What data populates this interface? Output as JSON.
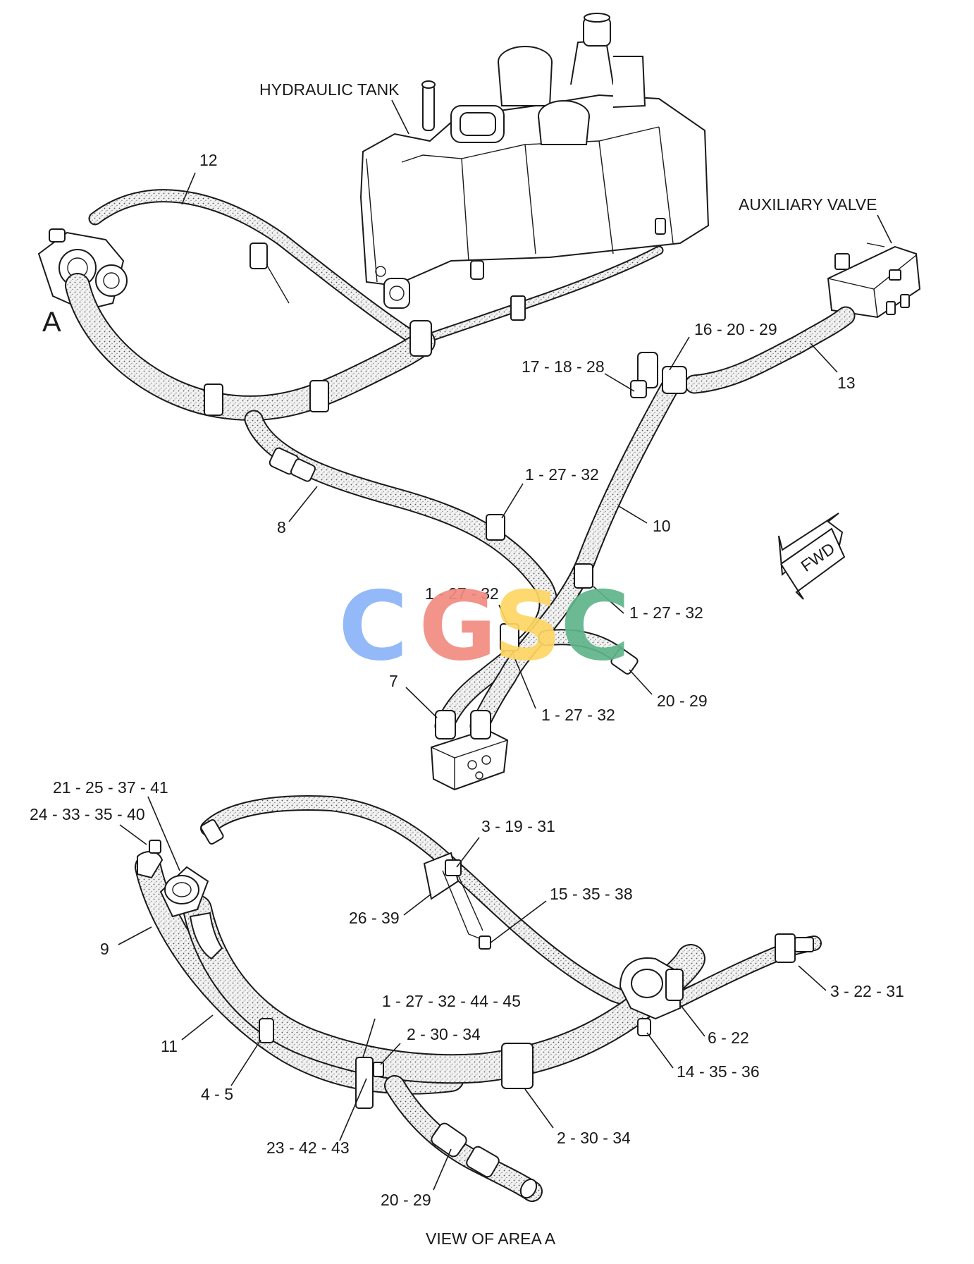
{
  "diagram": {
    "top_view": {
      "components": {
        "hydraulic_tank": "HYDRAULIC TANK",
        "auxiliary_valve": "AUXILIARY VALVE",
        "area_marker": "A",
        "direction_arrow": "FWD"
      },
      "callouts": {
        "c12": "12",
        "c16_20_29": "16 - 20 - 29",
        "c17_18_28": "17 - 18 - 28",
        "c13": "13",
        "c1_27_32_a": "1 - 27 - 32",
        "c8": "8",
        "c10": "10",
        "c1_27_32_b": "1 - 27 - 32",
        "c1_27_32_c": "1 - 27 - 32",
        "c20_29_top": "20 - 29",
        "c7": "7",
        "c1_27_32_d": "1 - 27 - 32"
      }
    },
    "area_a_view": {
      "title": "VIEW OF AREA A",
      "callouts": {
        "c21_25_37_41": "21 - 25 - 37 - 41",
        "c24_33_35_40": "24 - 33 - 35 - 40",
        "c3_19_31": "3 - 19 - 31",
        "c15_35_38": "15 - 35 - 38",
        "c26_39": "26 - 39",
        "c9": "9",
        "c3_22_31": "3 - 22 - 31",
        "c1_27_32_44_45": "1 - 27 - 32 - 44 - 45",
        "c2_30_34_a": "2 - 30 - 34",
        "c6_22": "6 - 22",
        "c11": "11",
        "c14_35_36": "14 - 35 - 36",
        "c4_5": "4 - 5",
        "c23_42_43": "23 - 42 - 43",
        "c2_30_34_b": "2 - 30 - 34",
        "c20_29_bottom": "20 - 29"
      }
    },
    "watermark": {
      "letters": [
        "C",
        "G",
        "S",
        "C"
      ],
      "colors": [
        "#8ab4f8",
        "#f28b82",
        "#fdd663",
        "#5fb58a"
      ]
    },
    "colors": {
      "line": "#1a1a1a",
      "hose_fill": "#e6e6e6",
      "background": "#ffffff"
    }
  }
}
